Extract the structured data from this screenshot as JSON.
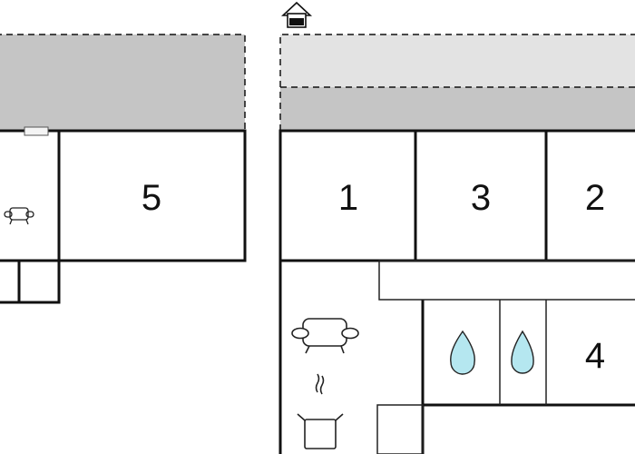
{
  "rooms": {
    "left_large": "5",
    "right_a": "1",
    "right_b": "3",
    "right_c": "2",
    "right_d": "4"
  },
  "icons": {
    "entrance": "house-entrance-icon",
    "sofa": "sofa-icon",
    "bathroom": "water-drop-icon",
    "kitchen": "cooking-pot-icon"
  },
  "colors": {
    "roof_dark": "#c5c5c5",
    "roof_light": "#e3e3e3",
    "wall": "#111111",
    "water": "#b5e7f0",
    "background": "#ffffff"
  }
}
